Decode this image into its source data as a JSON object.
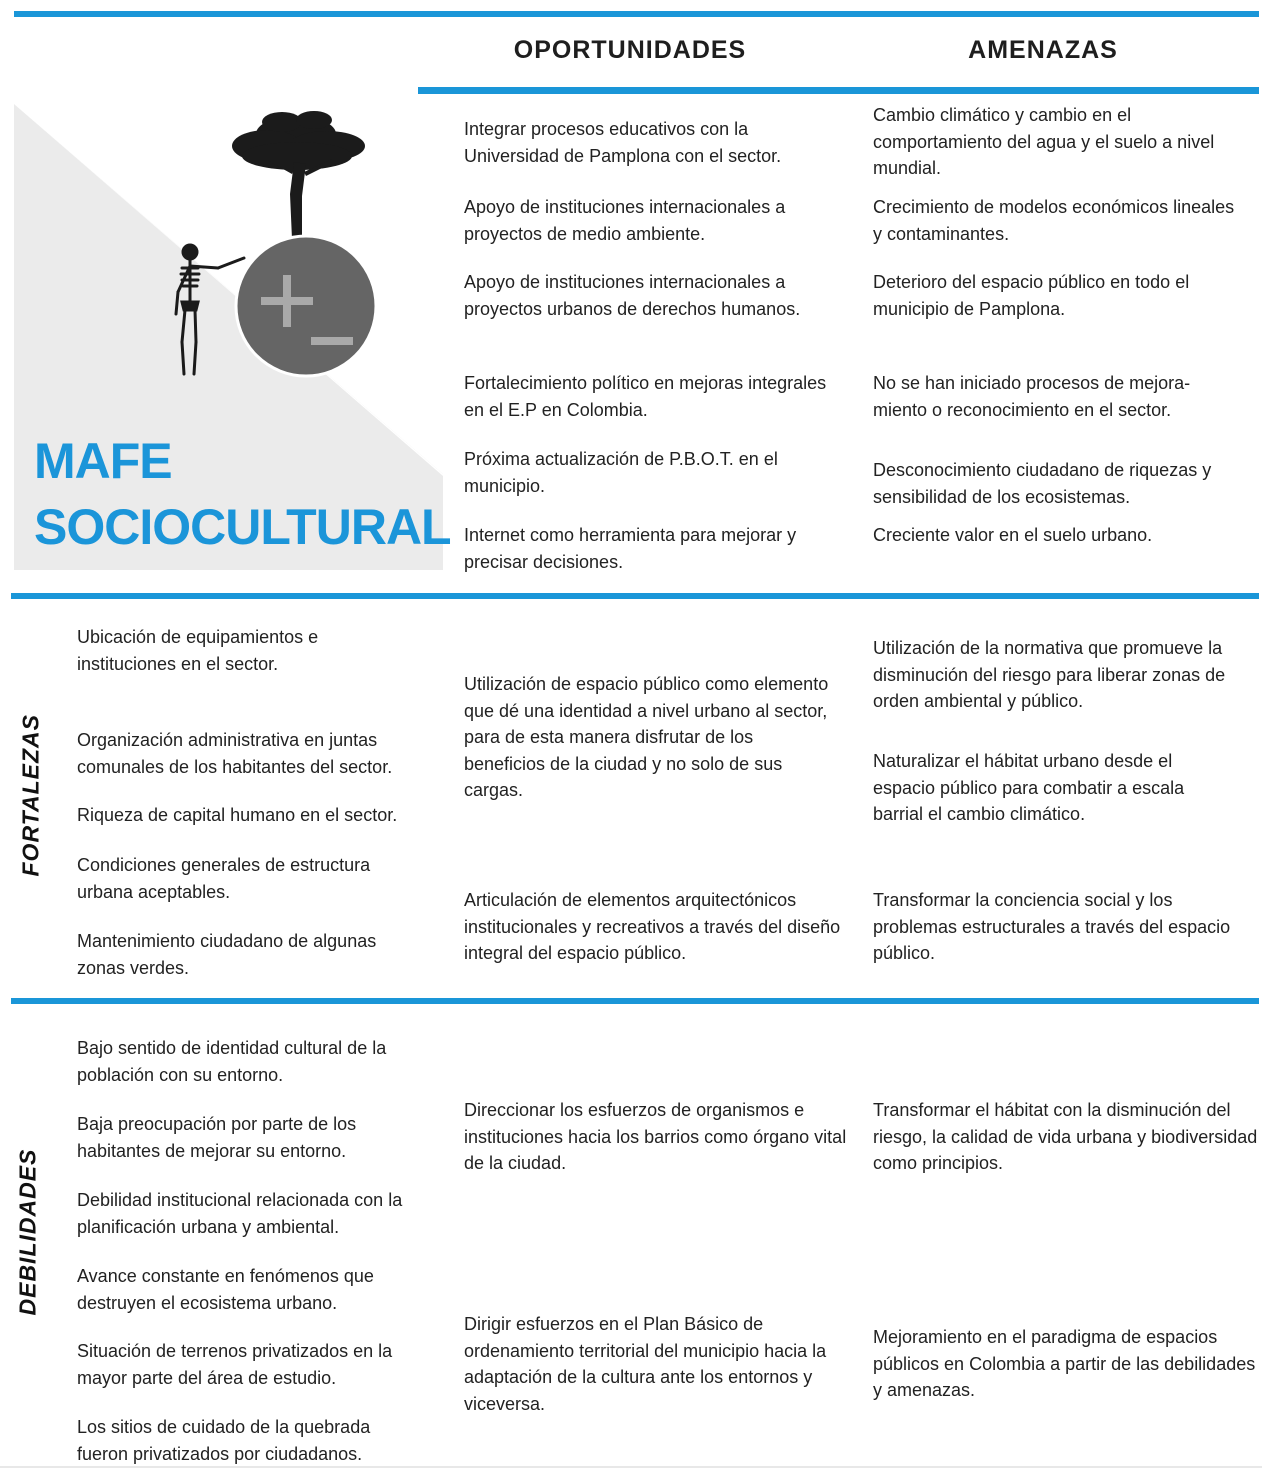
{
  "header": {
    "col_opportunities": "OPORTUNIDADES",
    "col_threats": "AMENAZAS"
  },
  "hero": {
    "title_line1": "MAFE",
    "title_line2": "SOCIOCULTURAL",
    "accent_color": "#1a96d8",
    "icon_names": [
      "tree-icon",
      "skeleton-figure-icon",
      "plus-minus-icon"
    ]
  },
  "rows": {
    "fortalezas_label": "FORTALEZAS",
    "debilidades_label": "DEBILIDADES"
  },
  "top": {
    "oportunidades": [
      "Integrar procesos educativos con la Universidad de Pamplona con el sector.",
      "Apoyo de instituciones internacionales a proyectos de medio ambiente.",
      "Apoyo de instituciones internacionales a proyectos urbanos de derechos humanos.",
      "Fortalecimiento político en mejoras integrales en el E.P en Colombia.",
      "Próxima actualización de P.B.O.T. en el municipio.",
      "Internet como herramienta para mejorar y precisar decisiones."
    ],
    "amenazas": [
      "Cambio climático y cambio en el comportamiento del agua y el suelo a nivel mundial.",
      "Crecimiento de modelos económicos lineales y contaminantes.",
      "Deterioro del espacio público en todo el municipio de Pamplona.",
      "No se han iniciado procesos de mejora-miento o reconocimiento en el sector.",
      "Desconocimiento ciudadano de riquezas y sensibilidad de los ecosistemas.",
      "Creciente valor en el suelo urbano."
    ]
  },
  "fortalezas": {
    "items": [
      "Ubicación de equipamientos e instituciones en el sector.",
      "Organización administrativa en juntas comunales de los habitantes del sector.",
      "Riqueza de capital humano en el sector.",
      "Condiciones generales de estructura urbana aceptables.",
      "Mantenimiento ciudadano de algunas zonas verdes."
    ],
    "fo": [
      "Utilización de espacio público como elemento que dé una identidad a nivel urbano al sector, para de esta manera disfrutar de los beneficios de la ciudad y no solo de sus cargas.",
      "Articulación de elementos arquitectónicos institucionales y recreativos a través del diseño integral del espacio público."
    ],
    "fa": [
      "Utilización de la normativa que promueve la disminución del riesgo para liberar zonas de orden ambiental y público.",
      "Naturalizar el hábitat urbano desde el espacio público para combatir a escala barrial el cambio climático.",
      "Transformar la conciencia social y los problemas estructurales a través del espacio público."
    ]
  },
  "debilidades": {
    "items": [
      "Bajo sentido de identidad cultural de la población con su entorno.",
      "Baja preocupación por parte de los habitantes de mejorar su entorno.",
      "Debilidad institucional relacionada con la planificación urbana y ambiental.",
      "Avance constante en fenómenos que destruyen el ecosistema urbano.",
      "Situación de terrenos privatizados en la mayor parte del área de estudio.",
      "Los sitios de cuidado de la quebrada fueron privatizados por ciudadanos."
    ],
    "do": [
      "Direccionar los esfuerzos de organismos e instituciones hacia los barrios como órgano vital de la ciudad.",
      "Dirigir esfuerzos en el Plan Básico de ordenamiento territorial del municipio hacia la adaptación de la cultura ante los entornos y viceversa."
    ],
    "da": [
      "Transformar el hábitat con la disminución del riesgo, la calidad de vida urbana y biodiversidad como principios.",
      "Mejoramiento en el paradigma de espacios públicos en Colombia a partir de las debilidades y amenazas."
    ]
  }
}
